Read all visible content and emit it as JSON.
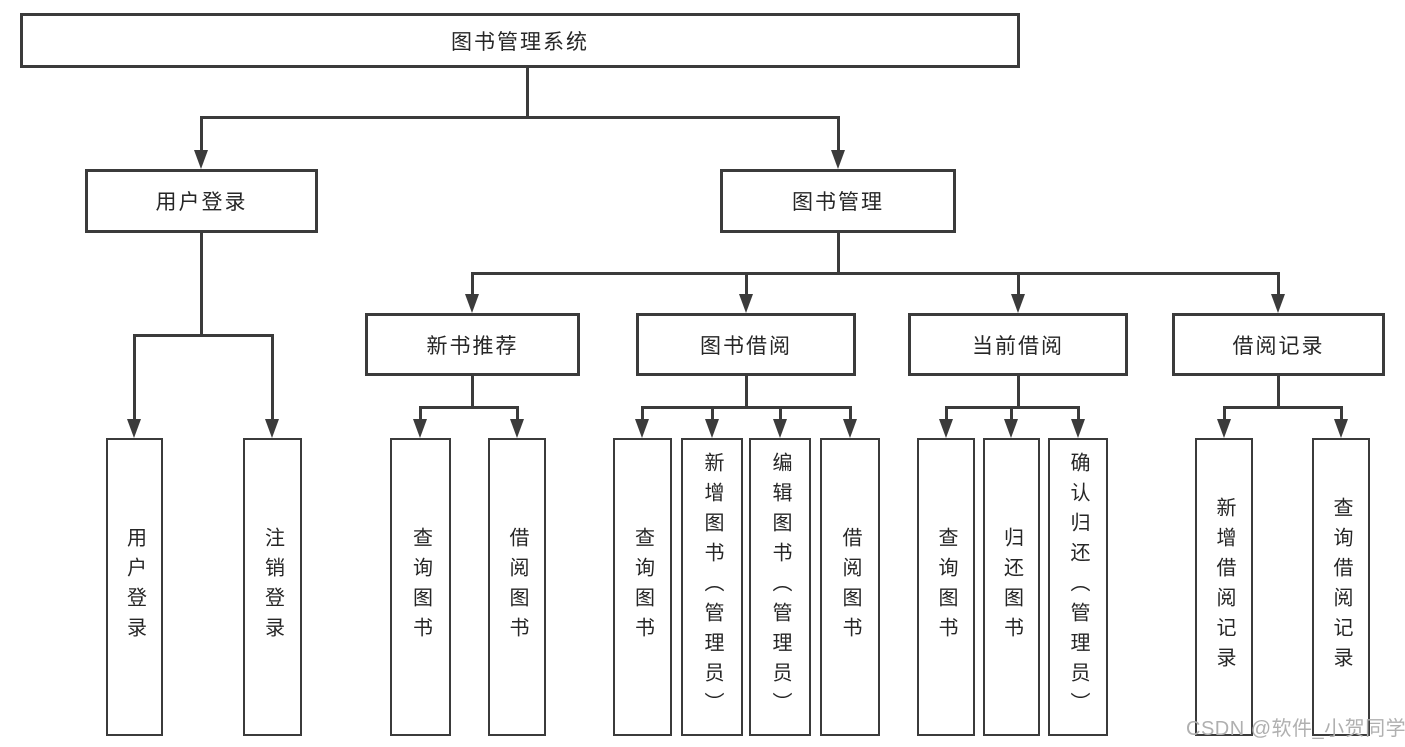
{
  "tree": {
    "root": "图书管理系统",
    "user": {
      "label": "用户登录",
      "children": [
        "用户登录",
        "注销登录"
      ]
    },
    "book": {
      "label": "图书管理",
      "sections": [
        {
          "label": "新书推荐",
          "children": [
            "查询图书",
            "借阅图书"
          ]
        },
        {
          "label": "图书借阅",
          "children": [
            "查询图书",
            "新增图书（管理员）",
            "编辑图书（管理员）",
            "借阅图书"
          ]
        },
        {
          "label": "当前借阅",
          "children": [
            "查询图书",
            "归还图书",
            "确认归还（管理员）"
          ]
        },
        {
          "label": "借阅记录",
          "children": [
            "新增借阅记录",
            "查询借阅记录"
          ]
        }
      ]
    }
  },
  "watermark": {
    "text": "CSDN @软件_小贺同学"
  },
  "colors": {
    "line": "#3b3b3b",
    "text": "#262626",
    "box_bg": "#ffffff",
    "watermark": "#b0b0b0",
    "background": "#ffffff"
  }
}
